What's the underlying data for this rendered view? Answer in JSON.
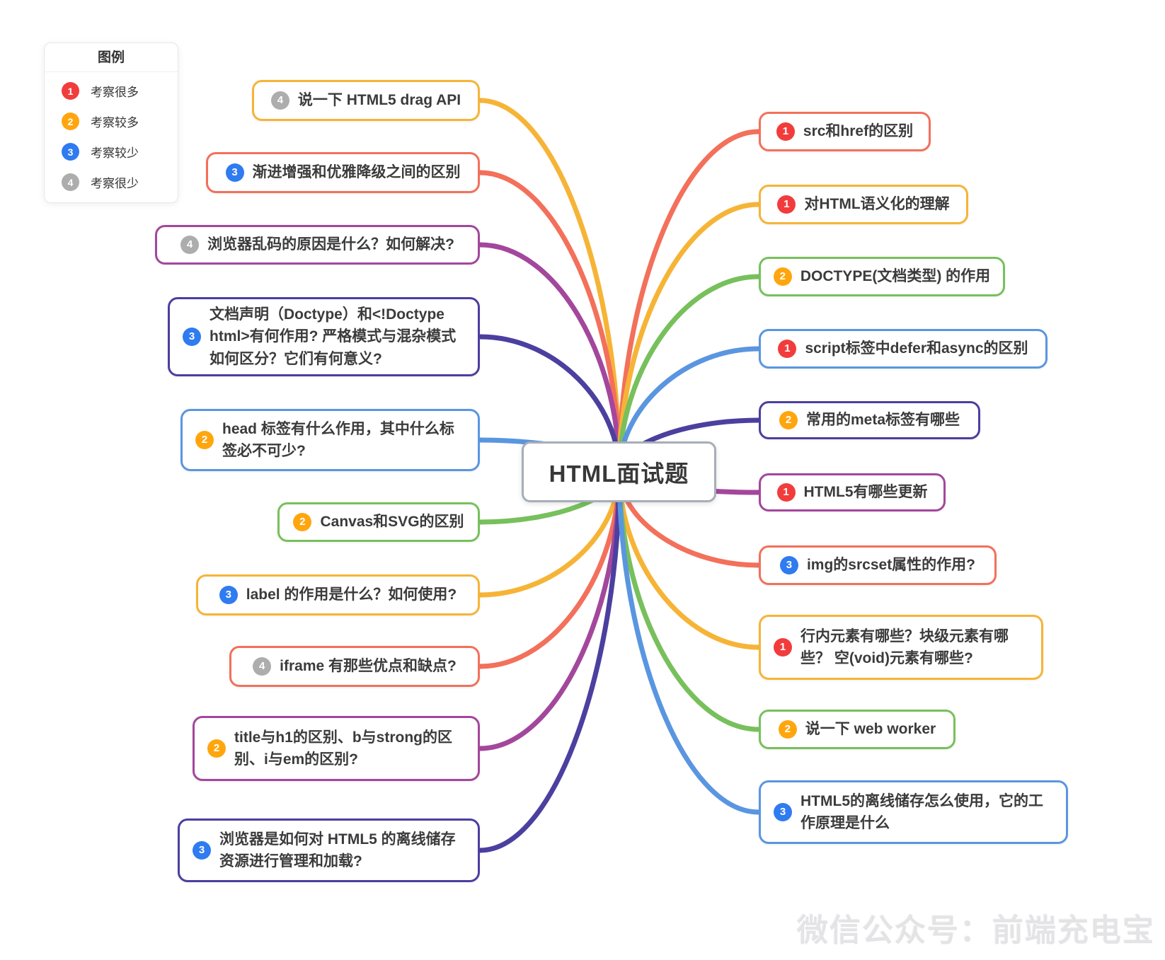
{
  "center": {
    "label": "HTML面试题"
  },
  "legend": {
    "title": "图例",
    "items": [
      {
        "level": "1",
        "label": "考察很多",
        "color": "#F23C3C"
      },
      {
        "level": "2",
        "label": "考察较多",
        "color": "#FFA60F"
      },
      {
        "level": "3",
        "label": "考察较少",
        "color": "#2F7BF0"
      },
      {
        "level": "4",
        "label": "考察很少",
        "color": "#ADADAD"
      }
    ]
  },
  "palette": {
    "red": "#F3705B",
    "yellow": "#F6B437",
    "green": "#77C05C",
    "blue": "#5A96E0",
    "indigo": "#4B3F9F",
    "purple": "#A3479C",
    "center_border": "#A6AEB8"
  },
  "nodes": {
    "left": [
      {
        "level": "4",
        "label": "说一下 HTML5 drag API",
        "color": "yellow"
      },
      {
        "level": "3",
        "label": "渐进增强和优雅降级之间的区别",
        "color": "red"
      },
      {
        "level": "4",
        "label": "浏览器乱码的原因是什么？如何解决?",
        "color": "purple"
      },
      {
        "level": "3",
        "label": "文档声明（Doctype）和<!Doctype html>有何作用? 严格模式与混杂模式如何区分？它们有何意义?",
        "color": "indigo"
      },
      {
        "level": "2",
        "label": "head 标签有什么作用，其中什么标签必不可少?",
        "color": "blue"
      },
      {
        "level": "2",
        "label": "Canvas和SVG的区别",
        "color": "green"
      },
      {
        "level": "3",
        "label": "label 的作用是什么？如何使用?",
        "color": "yellow"
      },
      {
        "level": "4",
        "label": "iframe 有那些优点和缺点?",
        "color": "red"
      },
      {
        "level": "2",
        "label": "title与h1的区别、b与strong的区别、i与em的区别?",
        "color": "purple"
      },
      {
        "level": "3",
        "label": "浏览器是如何对 HTML5 的离线储存资源进行管理和加载?",
        "color": "indigo"
      }
    ],
    "right": [
      {
        "level": "1",
        "label": "src和href的区别",
        "color": "red"
      },
      {
        "level": "1",
        "label": "对HTML语义化的理解",
        "color": "yellow"
      },
      {
        "level": "2",
        "label": "DOCTYPE(文档类型) 的作用",
        "color": "green"
      },
      {
        "level": "1",
        "label": "script标签中defer和async的区别",
        "color": "blue"
      },
      {
        "level": "2",
        "label": "常用的meta标签有哪些",
        "color": "indigo"
      },
      {
        "level": "1",
        "label": "HTML5有哪些更新",
        "color": "purple"
      },
      {
        "level": "3",
        "label": "img的srcset属性的作用?",
        "color": "red"
      },
      {
        "level": "1",
        "label": "行内元素有哪些？块级元素有哪些？ 空(void)元素有哪些?",
        "color": "yellow"
      },
      {
        "level": "2",
        "label": "说一下 web worker",
        "color": "green"
      },
      {
        "level": "3",
        "label": "HTML5的离线储存怎么使用，它的工作原理是什么",
        "color": "blue"
      }
    ]
  },
  "watermark": "微信公众号：前端充电宝"
}
